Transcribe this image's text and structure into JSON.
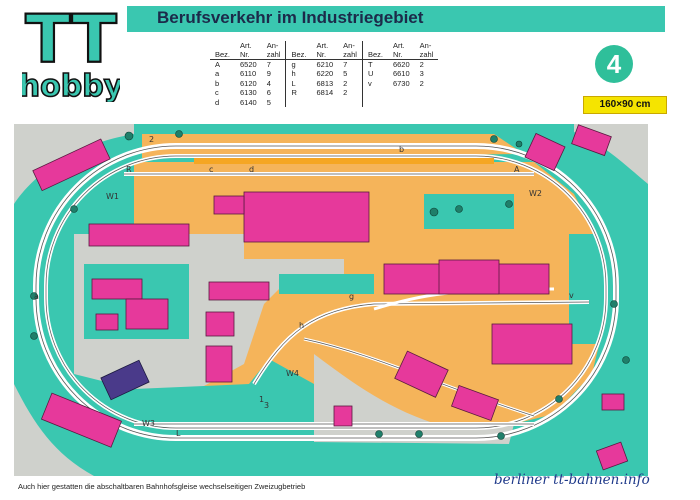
{
  "logo": {
    "line1": "TT",
    "line2": "hobby"
  },
  "title": "Berufsverkehr im Industriegebiet",
  "plan_number": "4",
  "size": "160×90 cm",
  "parts_table": {
    "headers": {
      "bez": "Bez.",
      "art_line1": "Art.",
      "art_line2": "Nr.",
      "anz_line1": "An-",
      "anz_line2": "zahl"
    },
    "rows": [
      [
        "A",
        "6520",
        "7",
        "g",
        "6210",
        "7",
        "T",
        "6620",
        "2"
      ],
      [
        "a",
        "6110",
        "9",
        "h",
        "6220",
        "5",
        "U",
        "6610",
        "3"
      ],
      [
        "b",
        "6120",
        "4",
        "L",
        "6813",
        "2",
        "v",
        "6730",
        "2"
      ],
      [
        "c",
        "6130",
        "6",
        "R",
        "6814",
        "2",
        "",
        "",
        ""
      ],
      [
        "d",
        "6140",
        "5",
        "",
        "",
        "",
        "",
        "",
        ""
      ]
    ]
  },
  "track_labels": [
    "1",
    "2",
    "3",
    "W1",
    "W2",
    "W3",
    "W4",
    "a",
    "b",
    "c",
    "d",
    "g",
    "h",
    "R",
    "L",
    "A",
    "v"
  ],
  "caption": "Auch hier gestatten die abschaltbaren Bahnhofsgleise wechselseitigen Zweizugbetrieb",
  "watermark": "berliner tt-bahnen.info",
  "colors": {
    "teal": "#3ac7b0",
    "orange": "#f5b45a",
    "grey": "#cfd1cc",
    "pink": "#e6399b",
    "navy": "#1c2a4a",
    "yellow": "#f5e400"
  }
}
